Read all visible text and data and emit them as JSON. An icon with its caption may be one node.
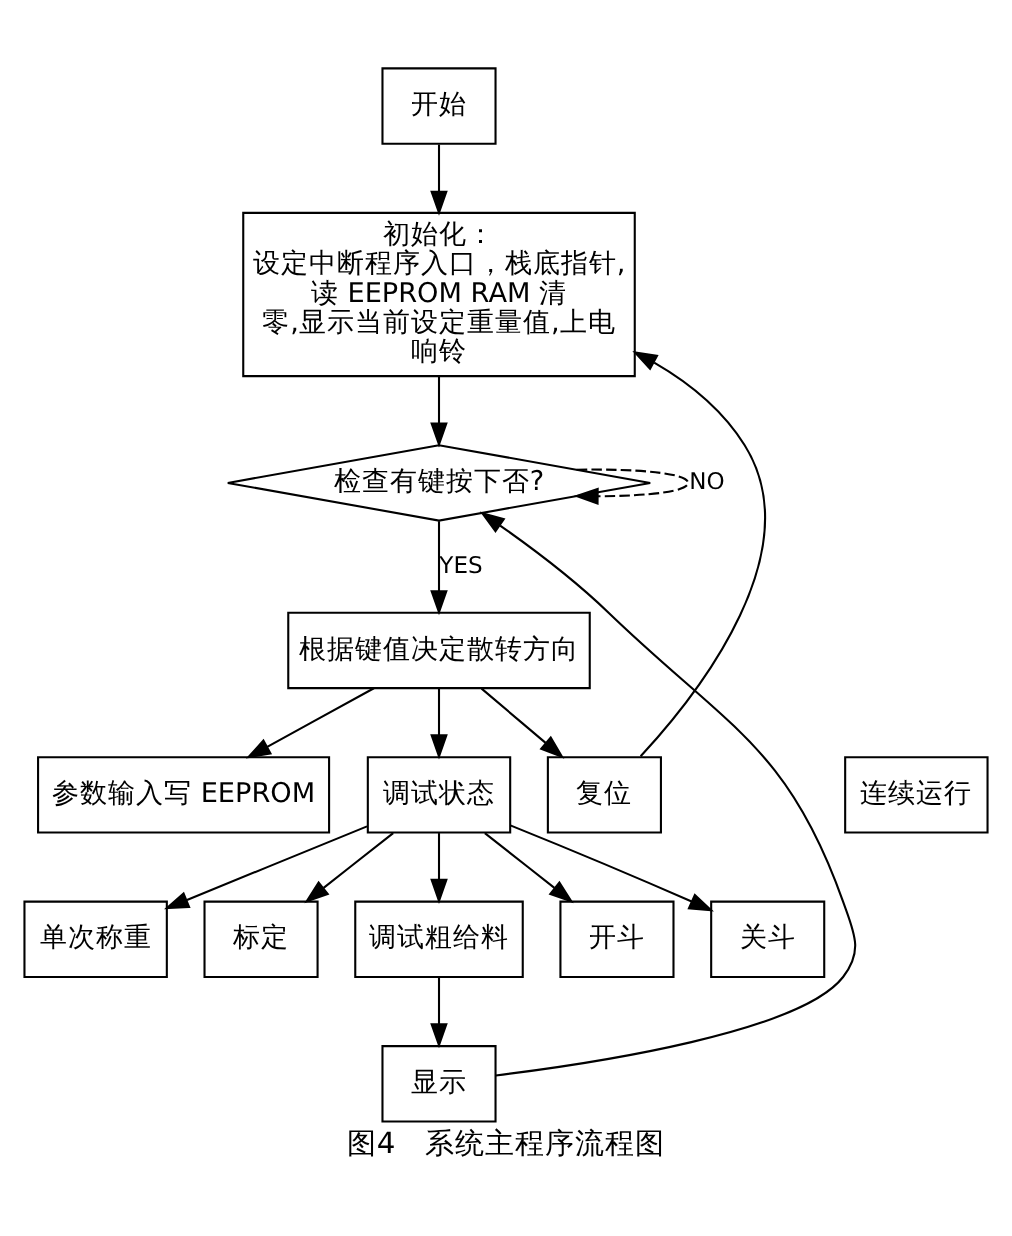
{
  "diagram": {
    "caption": "图4　系统主程序流程图",
    "nodes": [
      {
        "text": [
          "开始"
        ]
      },
      {
        "text": [
          "初始化：",
          "设定中断程序入口，栈底指针,读 EEPROM RAM 清零,显示当前设定重量值,上电响铃"
        ]
      },
      {
        "text": [
          "检查有键按下否?"
        ]
      },
      {
        "text": [
          "根据键值决定散转方向"
        ]
      },
      {
        "text": [
          "参数输入写 EEPROM"
        ]
      },
      {
        "text": [
          "调试状态"
        ]
      },
      {
        "text": [
          "连续运行"
        ]
      },
      {
        "text": [
          "复位"
        ]
      },
      {
        "text": [
          "单次称重"
        ]
      },
      {
        "text": [
          "标定"
        ]
      },
      {
        "text": [
          "调试粗给料"
        ]
      },
      {
        "text": [
          "开斗"
        ]
      },
      {
        "text": [
          "关斗"
        ]
      },
      {
        "text": [
          "显示"
        ]
      }
    ],
    "edges": [
      {
        "from": 0,
        "to": 1,
        "arrow": "to"
      },
      {
        "from": 1,
        "to": 2,
        "arrow": "to"
      },
      {
        "from": 2,
        "to": 2,
        "arrow": "to",
        "label": "NO",
        "style": "dashed"
      },
      {
        "from": 2,
        "to": 3,
        "arrow": "to",
        "label": "YES"
      },
      {
        "from": 3,
        "to": 4,
        "arrow": "to"
      },
      {
        "from": 3,
        "to": 5,
        "arrow": "to"
      },
      {
        "from": 3,
        "to": 7,
        "arrow": "to"
      },
      {
        "from": 5,
        "to": 8,
        "arrow": "to"
      },
      {
        "from": 5,
        "to": 9,
        "arrow": "to"
      },
      {
        "from": 5,
        "to": 10,
        "arrow": "to"
      },
      {
        "from": 5,
        "to": 11,
        "arrow": "to"
      },
      {
        "from": 5,
        "to": 12,
        "arrow": "to"
      },
      {
        "from": 10,
        "to": 13,
        "arrow": "to"
      },
      {
        "from": 13,
        "to": 2,
        "arrow": "to"
      },
      {
        "from": 7,
        "to": 1,
        "arrow": "to"
      }
    ]
  }
}
